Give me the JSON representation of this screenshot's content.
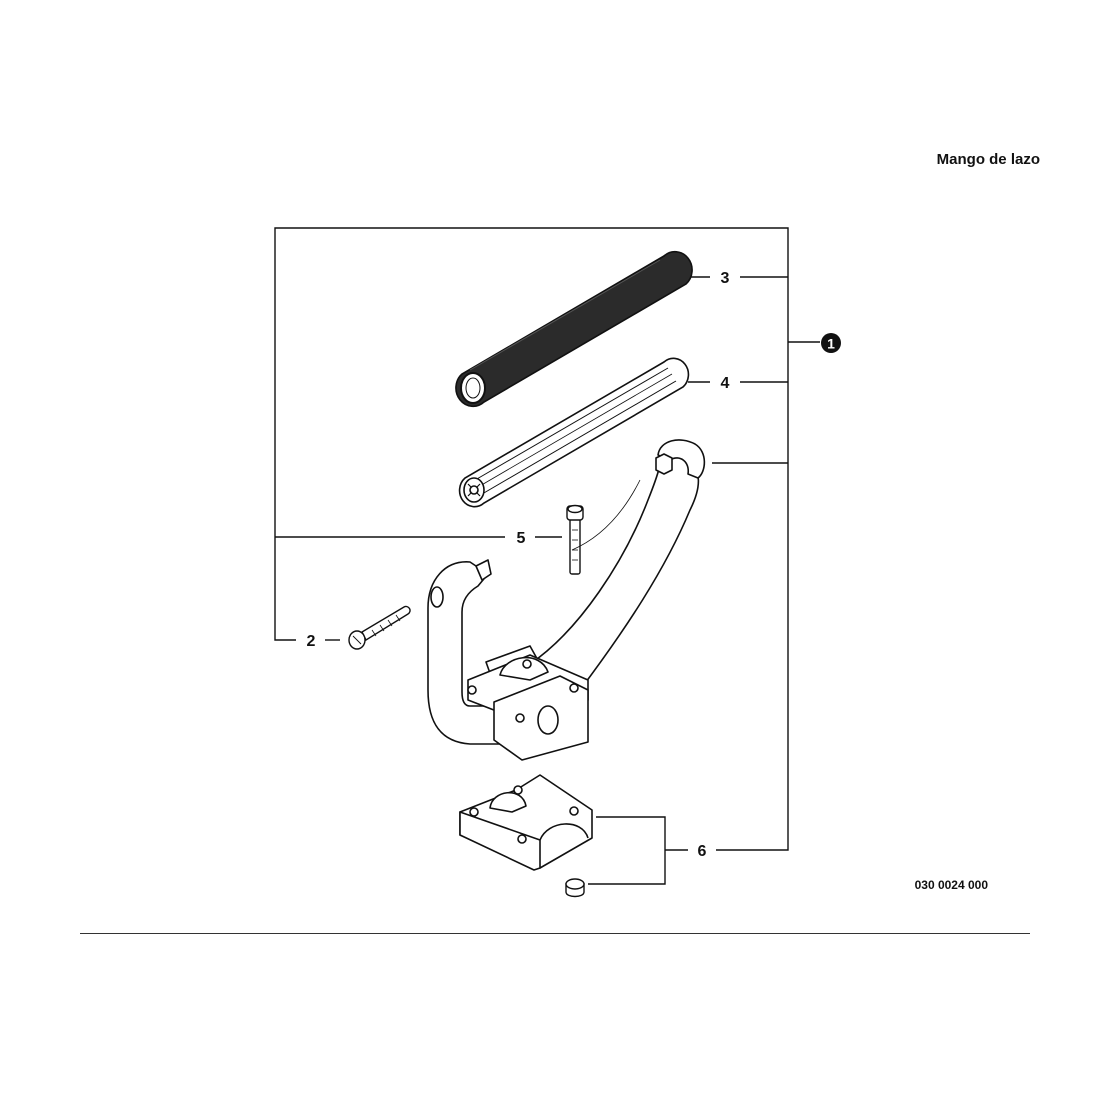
{
  "title": "Mango de lazo",
  "document_code": "030 0024 000",
  "callouts": {
    "assembly": "1",
    "bolt_long": "2",
    "grip_hose": "3",
    "tube": "4",
    "bolt_short": "5",
    "clamp_set": "6"
  },
  "colors": {
    "line": "#111111",
    "hose_fill": "#2b2b2b",
    "part_fill": "#ffffff"
  }
}
